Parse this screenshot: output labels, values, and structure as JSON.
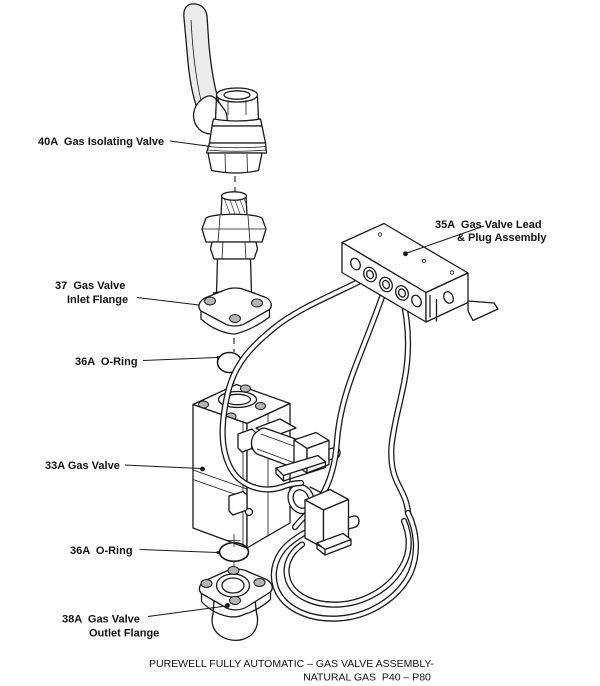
{
  "page": {
    "background": "#ffffff",
    "line_color": "#1a1a1a"
  },
  "labels": {
    "isolating_valve": {
      "line1": "40A  Gas Isolating Valve"
    },
    "lead_plug_assembly": {
      "line1": "35A  Gas Valve Lead",
      "line2": "& Plug Assembly"
    },
    "inlet_flange": {
      "line1": "37  Gas Valve",
      "line2": "Inlet Flange"
    },
    "o_ring_upper": {
      "line1": "36A  O-Ring"
    },
    "gas_valve": {
      "line1": "33A Gas Valve"
    },
    "o_ring_lower": {
      "line1": "36A  O-Ring"
    },
    "outlet_flange": {
      "line1": "38A  Gas Valve",
      "line2": "Outlet Flange"
    }
  },
  "caption": {
    "line1": "PUREWELL FULLY AUTOMATIC – GAS VALVE ASSEMBLY-",
    "line2": "NATURAL GAS  P40 – P80"
  }
}
